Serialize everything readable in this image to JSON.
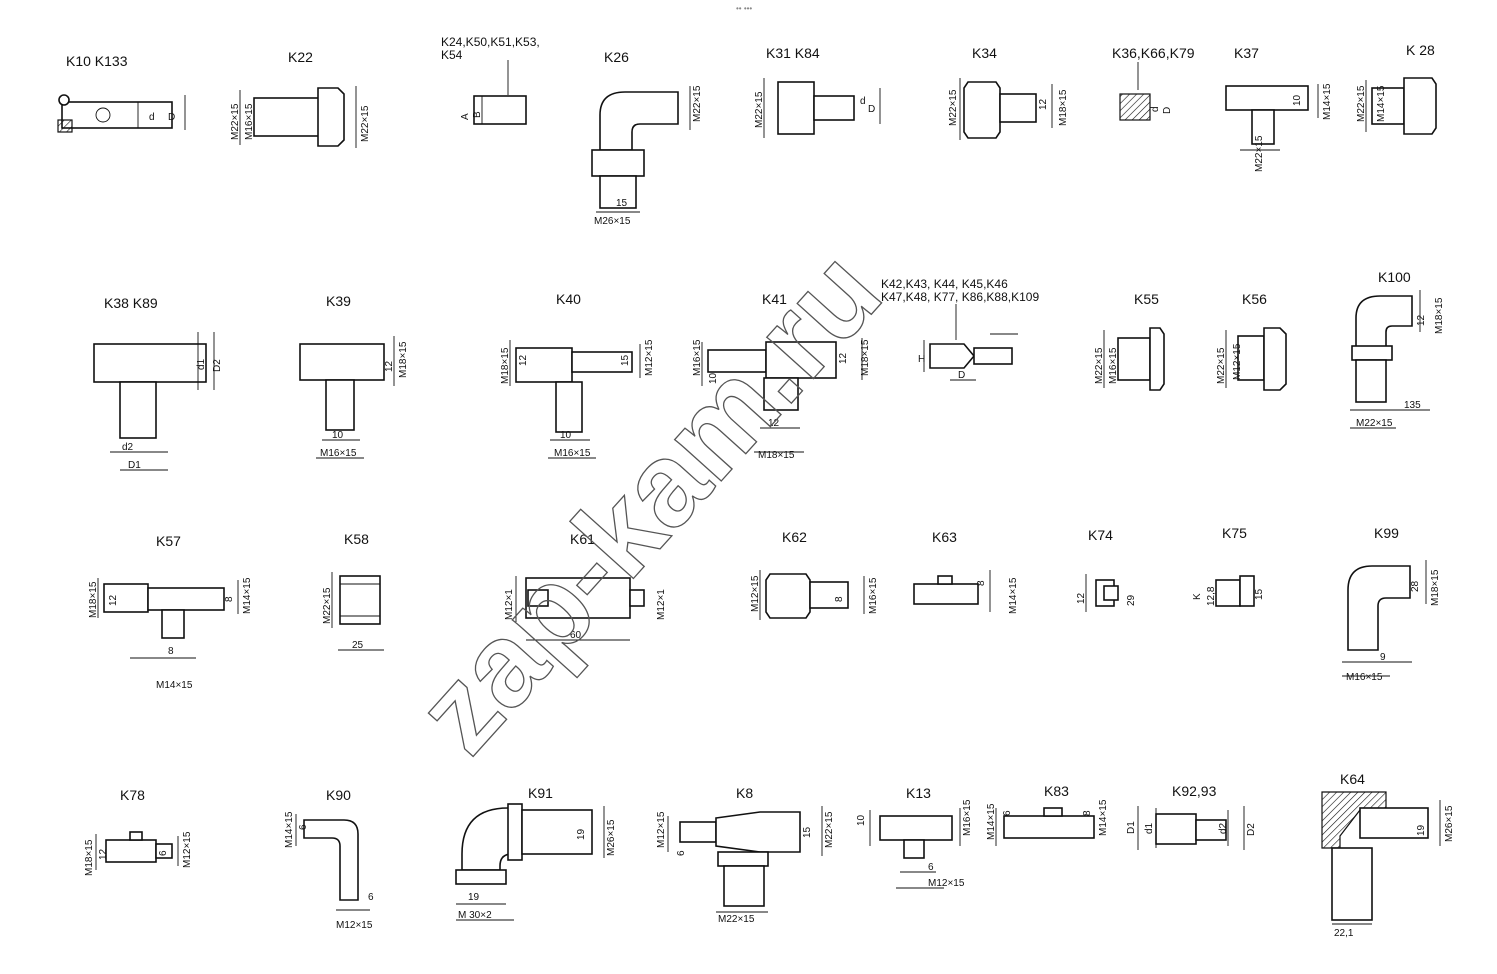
{
  "marker": "•• •••",
  "watermark": "zap-kam.ru",
  "parts": [
    {
      "id": "k10",
      "title": "K10  K133",
      "dims": [
        "d",
        "D"
      ]
    },
    {
      "id": "k22",
      "title": "K22",
      "dims": [
        "M22×15",
        "M16×15",
        "M22×15"
      ]
    },
    {
      "id": "k24",
      "title": "K24,K50,K51,K53,",
      "title2": "K54",
      "dims": [
        "A",
        "B"
      ]
    },
    {
      "id": "k26",
      "title": "K26",
      "dims": [
        "M22×15",
        "15",
        "M26×15"
      ]
    },
    {
      "id": "k31",
      "title": "K31 K84",
      "dims": [
        "M22×15",
        "d",
        "D"
      ]
    },
    {
      "id": "k34",
      "title": "K34",
      "dims": [
        "M22×15",
        "12",
        "M18×15"
      ]
    },
    {
      "id": "k36",
      "title": "K36,K66,K79",
      "dims": [
        "d",
        "D"
      ]
    },
    {
      "id": "k37",
      "title": "K37",
      "dims": [
        "10",
        "M14×15",
        "M22×15"
      ]
    },
    {
      "id": "k28",
      "title": "K 28",
      "dims": [
        "M22×15",
        "M14×15"
      ]
    },
    {
      "id": "k38",
      "title": "K38 K89",
      "dims": [
        "d1",
        "D2",
        "d2",
        "D1"
      ]
    },
    {
      "id": "k39",
      "title": "K39",
      "dims": [
        "12",
        "M18×15",
        "10",
        "M16×15"
      ]
    },
    {
      "id": "k40",
      "title": "K40",
      "dims": [
        "M18×15",
        "12",
        "15",
        "M12×15",
        "10",
        "M16×15"
      ]
    },
    {
      "id": "k41",
      "title": "K41",
      "dims": [
        "M16×15",
        "10",
        "12",
        "M18×15",
        "12",
        "M18×15"
      ]
    },
    {
      "id": "k42",
      "title": "K42,K43, K44, K45,K46",
      "title2": "K47,K48, K77, K86,K88,K109",
      "dims": [
        "H",
        "D"
      ]
    },
    {
      "id": "k55",
      "title": "K55",
      "dims": [
        "M22×15",
        "M16×15"
      ]
    },
    {
      "id": "k56",
      "title": "K56",
      "dims": [
        "M22×15",
        "M12×15"
      ]
    },
    {
      "id": "k100",
      "title": "K100",
      "dims": [
        "12",
        "M18×15",
        "135",
        "M22×15"
      ]
    },
    {
      "id": "k57",
      "title": "K57",
      "dims": [
        "M18×15",
        "12",
        "8",
        "M14×15",
        "8",
        "M14×15"
      ]
    },
    {
      "id": "k58",
      "title": "K58",
      "dims": [
        "M22×15",
        "25"
      ]
    },
    {
      "id": "k61",
      "title": "K61",
      "dims": [
        "M12×1",
        "M12×1",
        "60"
      ]
    },
    {
      "id": "k62",
      "title": "K62",
      "dims": [
        "M12×15",
        "8",
        "M16×15"
      ]
    },
    {
      "id": "k63",
      "title": "K63",
      "dims": [
        "8",
        "M14×15"
      ]
    },
    {
      "id": "k74",
      "title": "K74",
      "dims": [
        "12",
        "29"
      ]
    },
    {
      "id": "k75",
      "title": "K75",
      "dims": [
        "K",
        "12,8",
        "15"
      ]
    },
    {
      "id": "k99",
      "title": "K99",
      "dims": [
        "28",
        "M18×15",
        "9",
        "M16×15"
      ]
    },
    {
      "id": "k78",
      "title": "K78",
      "dims": [
        "M18×15",
        "12",
        "6",
        "M12×15"
      ]
    },
    {
      "id": "k90",
      "title": "K90",
      "dims": [
        "M14×15",
        "6",
        "6",
        "M12×15"
      ]
    },
    {
      "id": "k91",
      "title": "K91",
      "dims": [
        "19",
        "M26×15",
        "19",
        "M 30×2"
      ]
    },
    {
      "id": "k8",
      "title": "K8",
      "dims": [
        "M12×15",
        "6",
        "15",
        "M22×15",
        "M22×15"
      ]
    },
    {
      "id": "k13",
      "title": "K13",
      "dims": [
        "10",
        "M16×15",
        "6",
        "M12×15"
      ]
    },
    {
      "id": "k83",
      "title": "K83",
      "dims": [
        "M14×15",
        "6",
        "8",
        "M14×15"
      ]
    },
    {
      "id": "k92",
      "title": "K92,93",
      "dims": [
        "D1",
        "d1",
        "d2",
        "D2"
      ]
    },
    {
      "id": "k64",
      "title": "K64",
      "dims": [
        "19",
        "M26×15",
        "22,1"
      ]
    }
  ]
}
